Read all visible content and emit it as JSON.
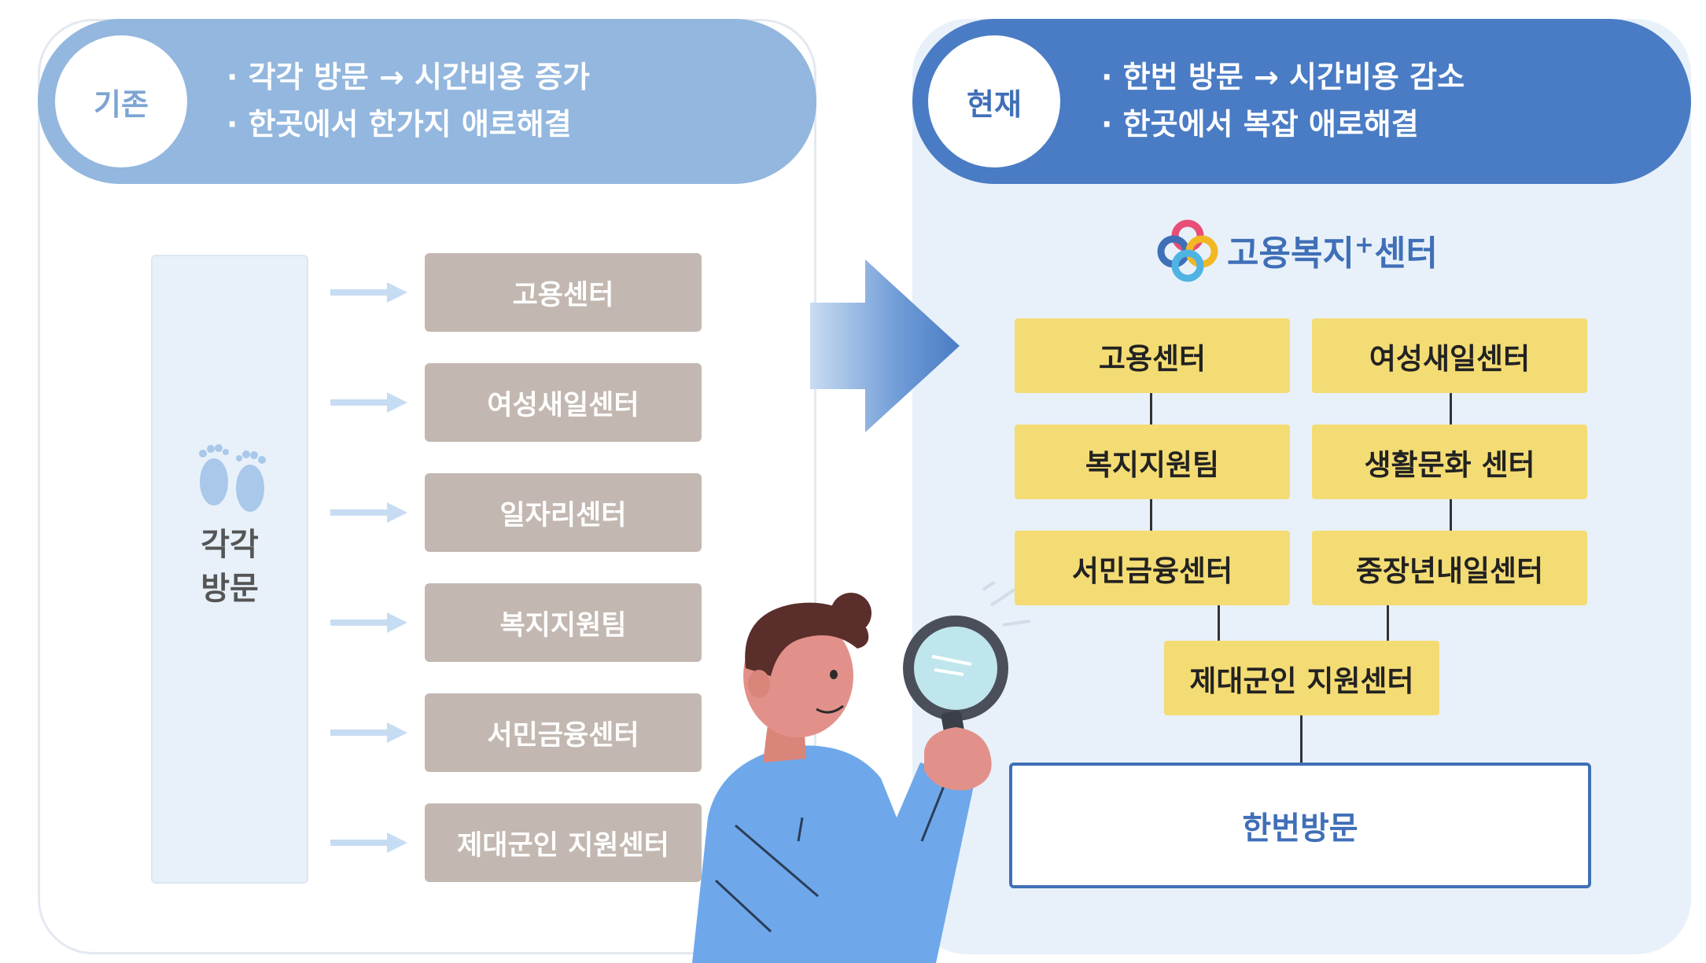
{
  "before": {
    "badge": "기존",
    "bullets": [
      "각각 방문 → 시간비용 증가",
      "한곳에서 한가지 애로해결"
    ],
    "visit_label_line1": "각각",
    "visit_label_line2": "방문",
    "centers": [
      "고용센터",
      "여성새일센터",
      "일자리센터",
      "복지지원팀",
      "서민금융센터",
      "제대군인 지원센터"
    ]
  },
  "after": {
    "badge": "현재",
    "bullets": [
      "한번 방문 → 시간비용 감소",
      "한곳에서 복잡 애로해결"
    ],
    "logo_main": "고용복지",
    "logo_sup": "+",
    "logo_tail": "센터",
    "grid": {
      "left": [
        "고용센터",
        "복지지원팀",
        "서민금융센터"
      ],
      "right": [
        "여성새일센터",
        "생활문화 센터",
        "중장년내일센터"
      ]
    },
    "bottom_center": "제대군인 지원센터",
    "once_visit": "한번방문"
  },
  "colors": {
    "header_before": "#93b7de",
    "header_after": "#4a7cc5",
    "old_box": "#c3b8b1",
    "new_box": "#f4dc74",
    "accent": "#3f6fb7"
  }
}
